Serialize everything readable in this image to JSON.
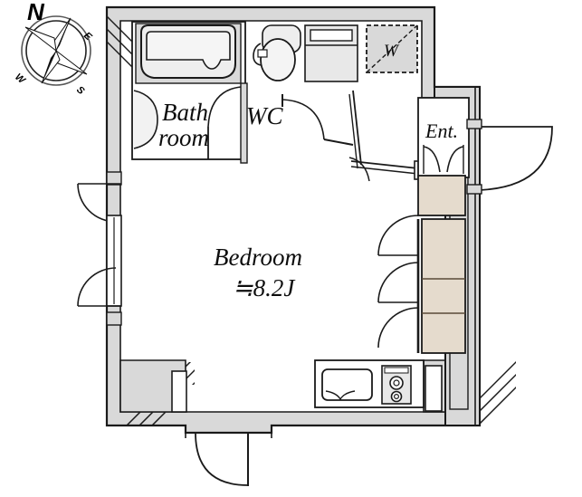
{
  "document": {
    "type": "floor-plan",
    "title": "Apartment Floor Plan"
  },
  "compass": {
    "name": "compass-rose",
    "north": "N",
    "east": "E",
    "south": "S",
    "west": "W"
  },
  "rooms": [
    {
      "id": "bathroom",
      "label_line1": "Bath",
      "label_line2": "room",
      "name": "bathroom"
    },
    {
      "id": "wc",
      "label": "WC",
      "name": "wc"
    },
    {
      "id": "bedroom",
      "label": "Bedroom",
      "area": "≒8.2J",
      "name": "bedroom"
    },
    {
      "id": "entrance",
      "label": "Ent.",
      "name": "entrance"
    }
  ],
  "fixtures": [
    {
      "id": "washer",
      "label": "W",
      "name": "washing-machine-space"
    },
    {
      "id": "bathtub",
      "label": "",
      "name": "bathtub"
    },
    {
      "id": "toilet",
      "label": "",
      "name": "toilet"
    },
    {
      "id": "vanity",
      "label": "",
      "name": "vanity-sink"
    },
    {
      "id": "kitchen-sink",
      "label": "",
      "name": "kitchen-sink"
    },
    {
      "id": "stove",
      "label": "",
      "name": "stove-burners"
    },
    {
      "id": "closet",
      "label": "",
      "name": "closet"
    },
    {
      "id": "shoe-box",
      "label": "",
      "name": "shoe-cabinet"
    }
  ],
  "colors": {
    "wall_fill": "#d9d9d9",
    "closet_fill": "#e5dbcd",
    "fixture_fill": "#e8e8e8",
    "line": "#1a1a1a",
    "background": "#ffffff"
  }
}
